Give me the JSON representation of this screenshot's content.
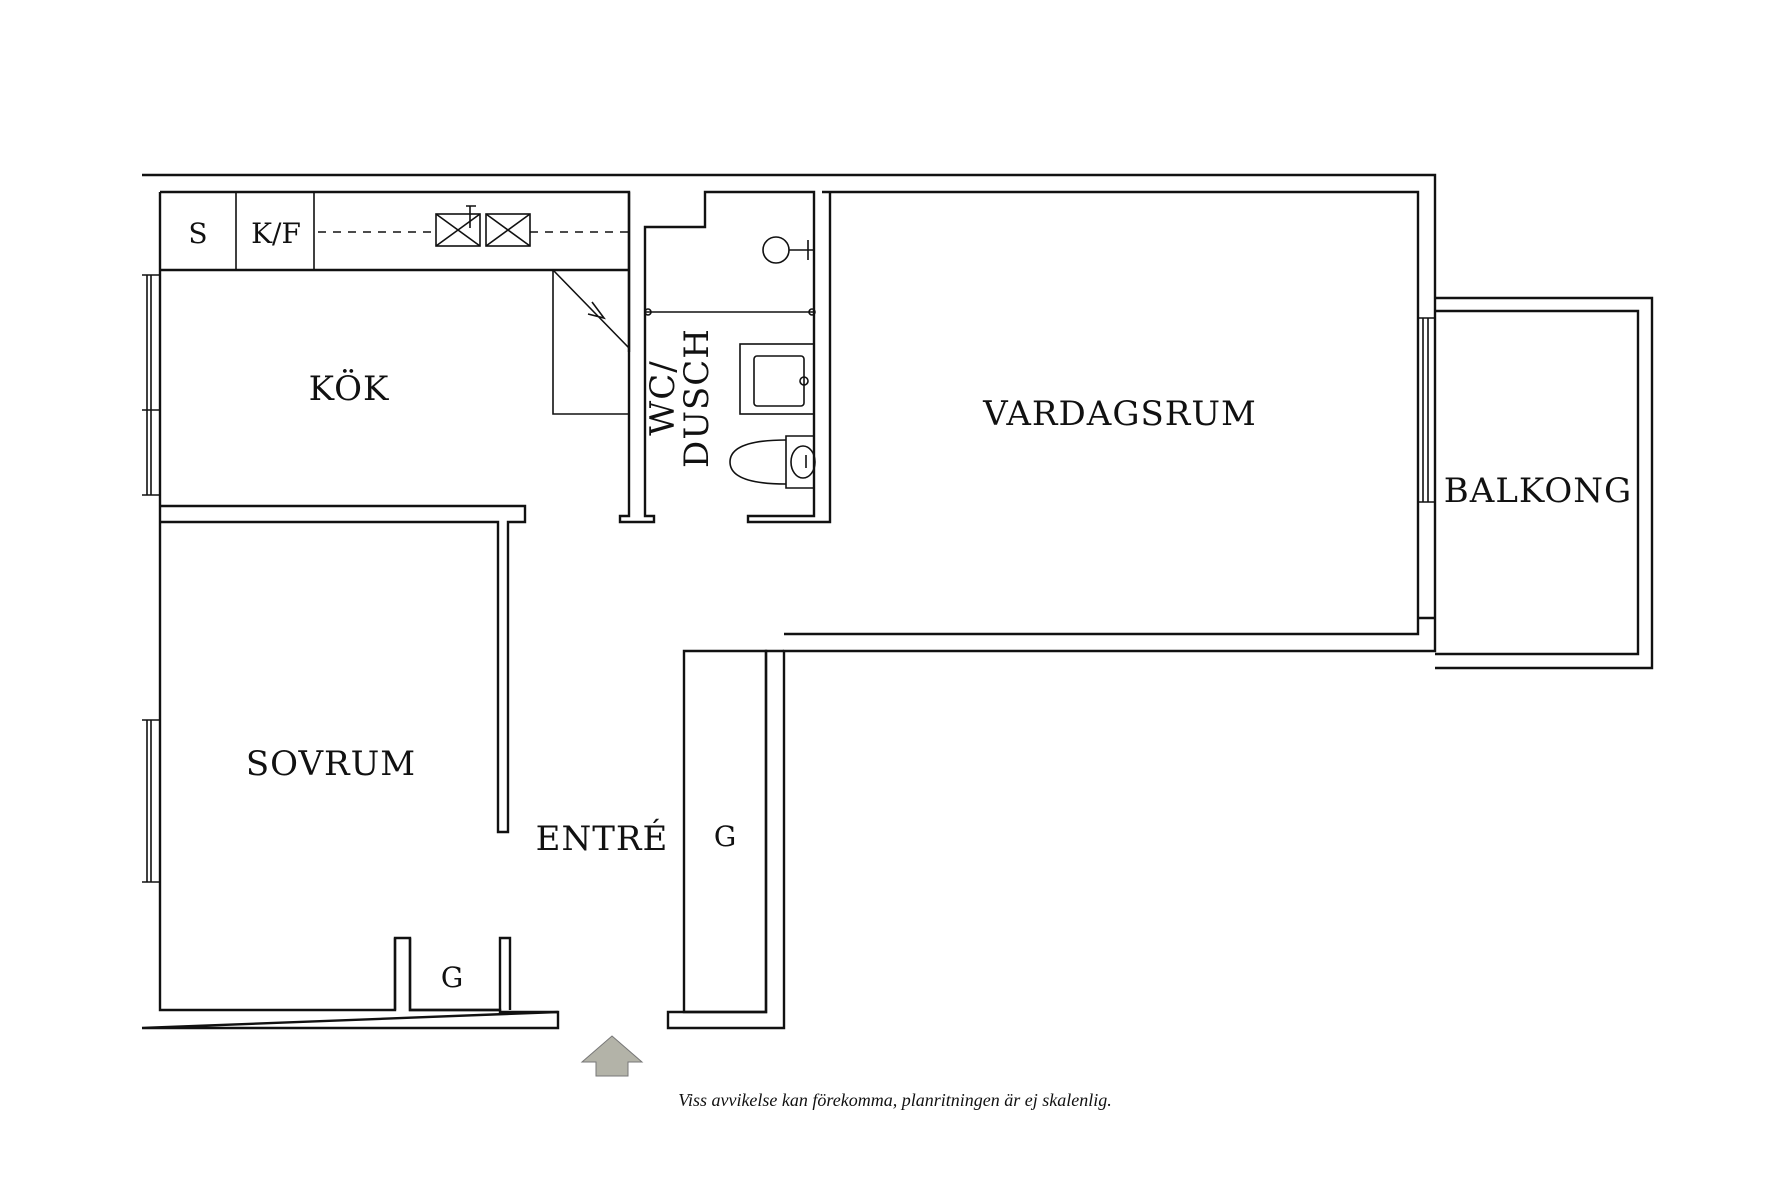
{
  "rooms": {
    "kok": "KÖK",
    "vardagsrum": "VARDAGSRUM",
    "balkong": "BALKONG",
    "sovrum": "SOVRUM",
    "entre": "ENTRÉ",
    "wc_line1": "WC/",
    "wc_line2": "DUSCH"
  },
  "fixtures": {
    "sink_cabinet": "S",
    "fridge_freezer": "K/F",
    "wardrobe_entre": "G",
    "wardrobe_sovrum": "G"
  },
  "disclaimer": "Viss avvikelse kan förekomma, planritningen är ej skalenlig.",
  "colors": {
    "wall": "#111111",
    "entrance_arrow": "#b3b3a8"
  },
  "icons": [
    "entrance-arrow-icon",
    "toilet-icon",
    "washbasin-icon",
    "kitchen-sink-icon",
    "shower-icon"
  ]
}
